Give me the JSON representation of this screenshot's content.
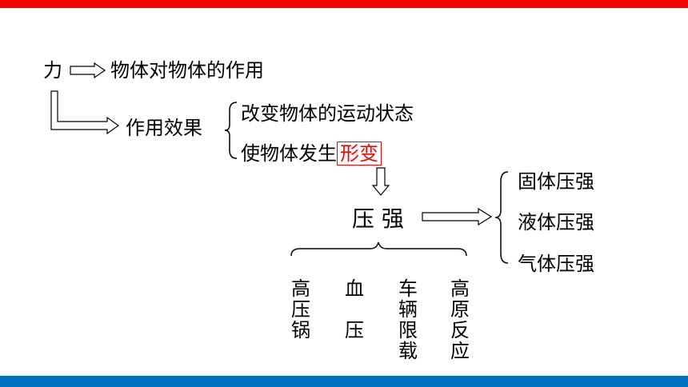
{
  "colors": {
    "top_bar": "#ff0000",
    "bottom_bar": "#0070c0",
    "highlight": "#ff0000"
  },
  "root": {
    "force": "力",
    "definition": "物体对物体的作用"
  },
  "effect": {
    "label": "作用效果",
    "item1": "改变物体的运动状态",
    "item2_prefix": "使物体发生",
    "item2_highlight": "形变"
  },
  "pressure": {
    "label": "压 强",
    "types": [
      "固体压强",
      "液体压强",
      "气体压强"
    ]
  },
  "examples": [
    {
      "chars": [
        "高",
        "压",
        "锅"
      ]
    },
    {
      "chars": [
        "血",
        "",
        "压"
      ]
    },
    {
      "chars": [
        "车",
        "辆",
        "限",
        "载"
      ]
    },
    {
      "chars": [
        "高",
        "原",
        "反",
        "应"
      ]
    }
  ]
}
